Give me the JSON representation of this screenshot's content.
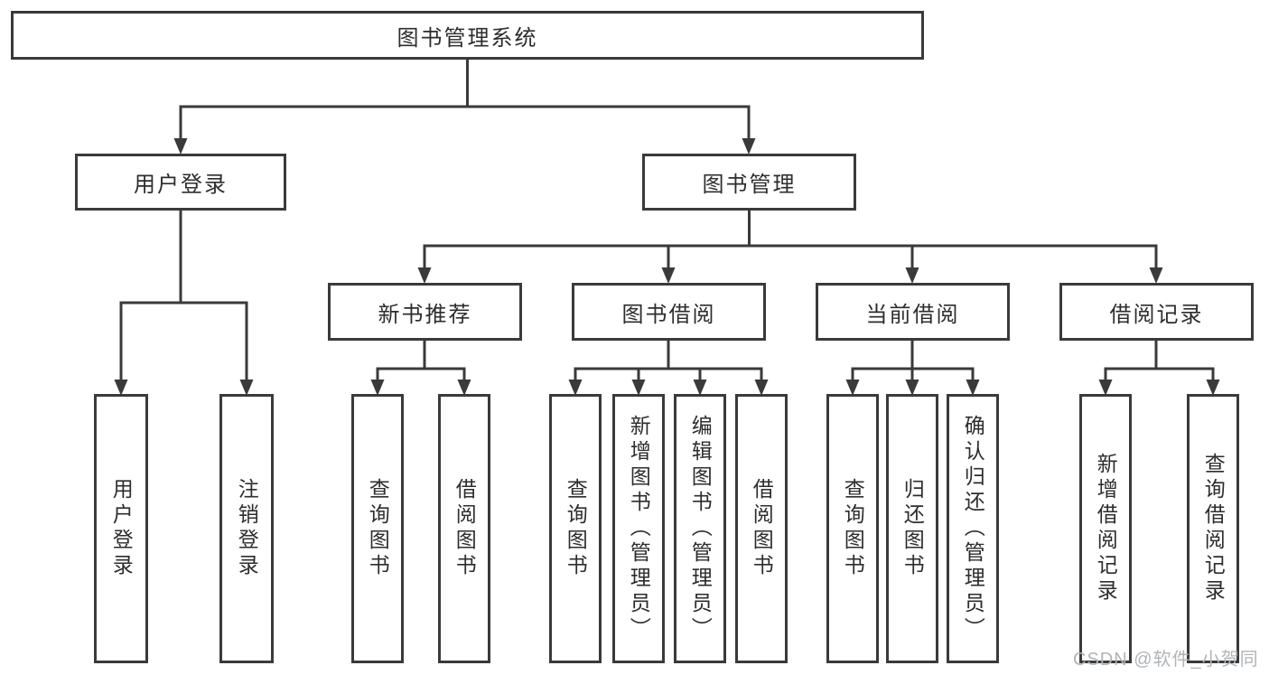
{
  "colors": {
    "line": "#3a3a3a",
    "border": "#3a3a3a",
    "text": "#2d2d2d",
    "watermark_text": "#b0b4b8",
    "background": "#ffffff"
  },
  "watermark": {
    "text": "CSDN @软件_小贺同学"
  },
  "tree": {
    "root": {
      "label": "图书管理系统"
    },
    "branches": [
      {
        "label": "用户登录",
        "children": [
          {
            "label": "用户登录"
          },
          {
            "label": "注销登录"
          }
        ]
      },
      {
        "label": "图书管理",
        "children": [
          {
            "label": "新书推荐",
            "children": [
              {
                "label": "查询图书"
              },
              {
                "label": "借阅图书"
              }
            ]
          },
          {
            "label": "图书借阅",
            "children": [
              {
                "label": "查询图书"
              },
              {
                "label": "新增图书（管理员）"
              },
              {
                "label": "编辑图书（管理员）"
              },
              {
                "label": "借阅图书"
              }
            ]
          },
          {
            "label": "当前借阅",
            "children": [
              {
                "label": "查询图书"
              },
              {
                "label": "归还图书"
              },
              {
                "label": "确认归还（管理员）"
              }
            ]
          },
          {
            "label": "借阅记录",
            "children": [
              {
                "label": "新增借阅记录"
              },
              {
                "label": "查询借阅记录"
              }
            ]
          }
        ]
      }
    ]
  }
}
